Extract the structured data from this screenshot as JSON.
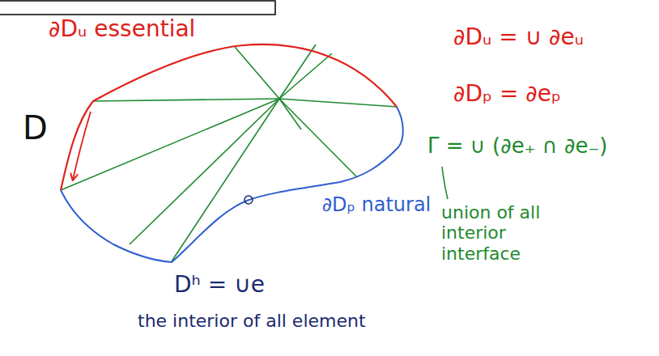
{
  "diagram": {
    "labels": [
      "∂Dᵤ essential",
      "D",
      "∂Dᵤ = ∪ ∂eᵤ",
      "∂Dₚ = ∂eₚ",
      "Γ = ∪ (∂e₊ ∩ ∂e₋)",
      "∂Dₚ natural",
      "union of all interior interface",
      "Dʰ = ∪e",
      "the interior of all element"
    ]
  }
}
